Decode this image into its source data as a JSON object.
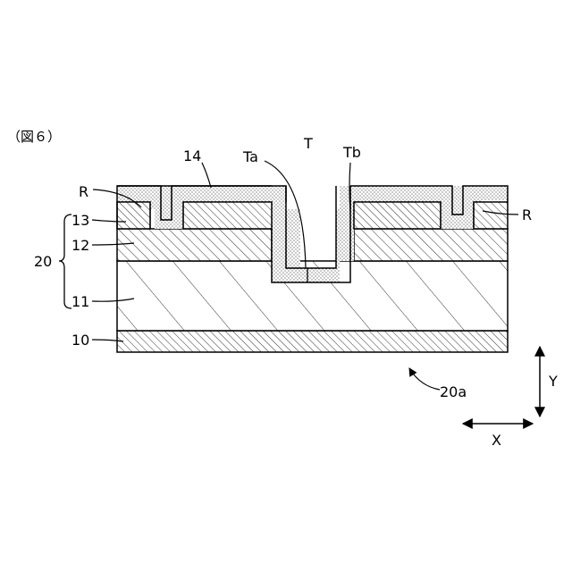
{
  "figure": {
    "caption": "（図６）"
  },
  "labels": {
    "t": "T",
    "ta": "Ta",
    "tb": "Tb",
    "l14": "14",
    "r_left": "R",
    "r_right": "R",
    "l13": "13",
    "l12": "12",
    "l20": "20",
    "l11": "11",
    "l10": "10",
    "l20a": "20a",
    "axis_y": "Y",
    "axis_x": "X"
  },
  "colors": {
    "line": "#000000",
    "background": "#ffffff",
    "dot_fill": "#f7f7f7"
  }
}
